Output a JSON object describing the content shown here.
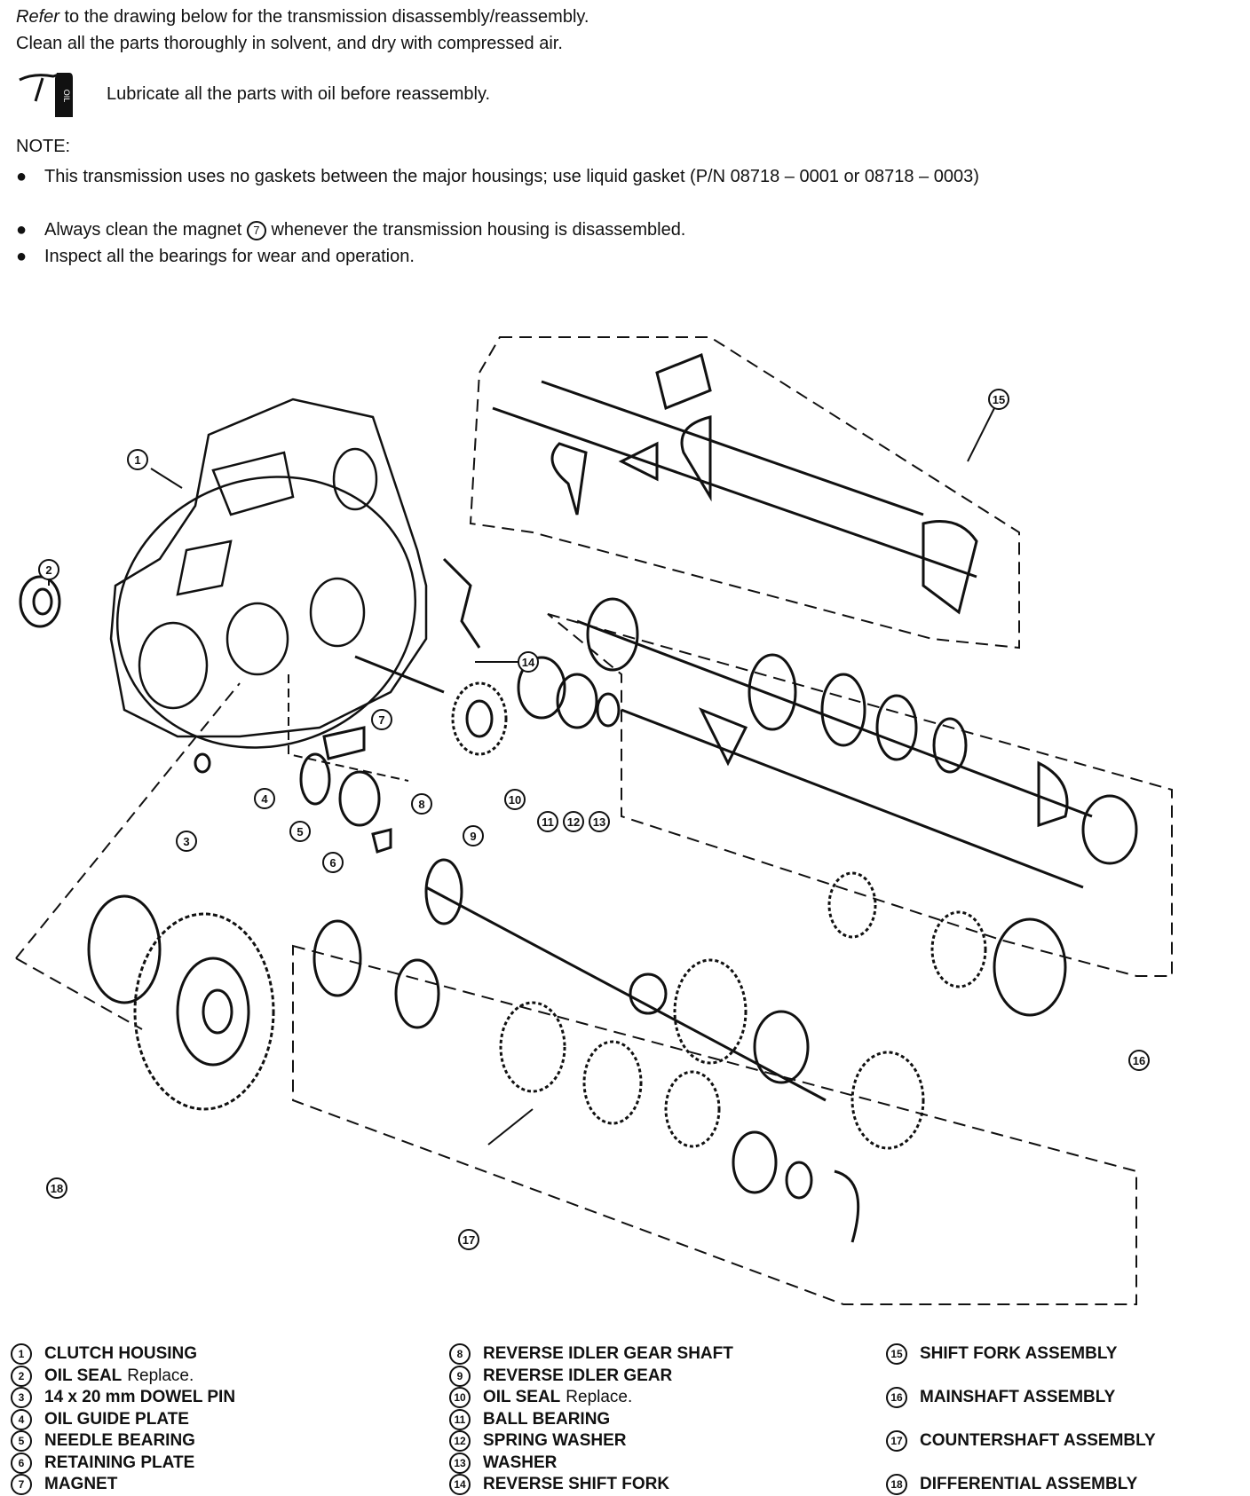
{
  "intro": {
    "line1_emph": "Refer",
    "line1_rest": " to the drawing below for the transmission disassembly/reassembly.",
    "line2": "Clean all the parts thoroughly in solvent, and dry with compressed air."
  },
  "oil_icon": {
    "icon": "oil-can-icon",
    "label": "OIL"
  },
  "oil_instruction": "Lubricate all the parts with oil before reassembly.",
  "note_heading": "NOTE:",
  "notes": [
    "This transmission uses no gaskets between the major housings; use liquid gasket (P/N 08718 – 0001 or 08718 – 0003)",
    "Always clean the magnet",
    " whenever the transmission housing is disassembled.",
    "Inspect all the bearings for wear and operation."
  ],
  "note_magnet_ref": "7",
  "callouts": [
    "1",
    "2",
    "3",
    "4",
    "5",
    "6",
    "7",
    "8",
    "9",
    "10",
    "11",
    "12",
    "13",
    "14",
    "15",
    "16",
    "17",
    "18"
  ],
  "legend": [
    {
      "num": "1",
      "name": "CLUTCH HOUSING",
      "note": ""
    },
    {
      "num": "2",
      "name": "OIL SEAL",
      "note": "Replace."
    },
    {
      "num": "3",
      "name": "14 x 20 mm DOWEL PIN",
      "note": ""
    },
    {
      "num": "4",
      "name": "OIL GUIDE PLATE",
      "note": ""
    },
    {
      "num": "5",
      "name": "NEEDLE BEARING",
      "note": ""
    },
    {
      "num": "6",
      "name": "RETAINING PLATE",
      "note": ""
    },
    {
      "num": "7",
      "name": "MAGNET",
      "note": ""
    },
    {
      "num": "8",
      "name": "REVERSE IDLER GEAR SHAFT",
      "note": ""
    },
    {
      "num": "9",
      "name": "REVERSE IDLER GEAR",
      "note": ""
    },
    {
      "num": "10",
      "name": "OIL SEAL",
      "note": "Replace."
    },
    {
      "num": "11",
      "name": "BALL BEARING",
      "note": ""
    },
    {
      "num": "12",
      "name": "SPRING WASHER",
      "note": ""
    },
    {
      "num": "13",
      "name": "WASHER",
      "note": ""
    },
    {
      "num": "14",
      "name": "REVERSE SHIFT FORK",
      "note": ""
    },
    {
      "num": "15",
      "name": "SHIFT FORK ASSEMBLY",
      "note": ""
    },
    {
      "num": "16",
      "name": "MAINSHAFT ASSEMBLY",
      "note": ""
    },
    {
      "num": "17",
      "name": "COUNTERSHAFT ASSEMBLY",
      "note": ""
    },
    {
      "num": "18",
      "name": "DIFFERENTIAL ASSEMBLY",
      "note": ""
    }
  ]
}
